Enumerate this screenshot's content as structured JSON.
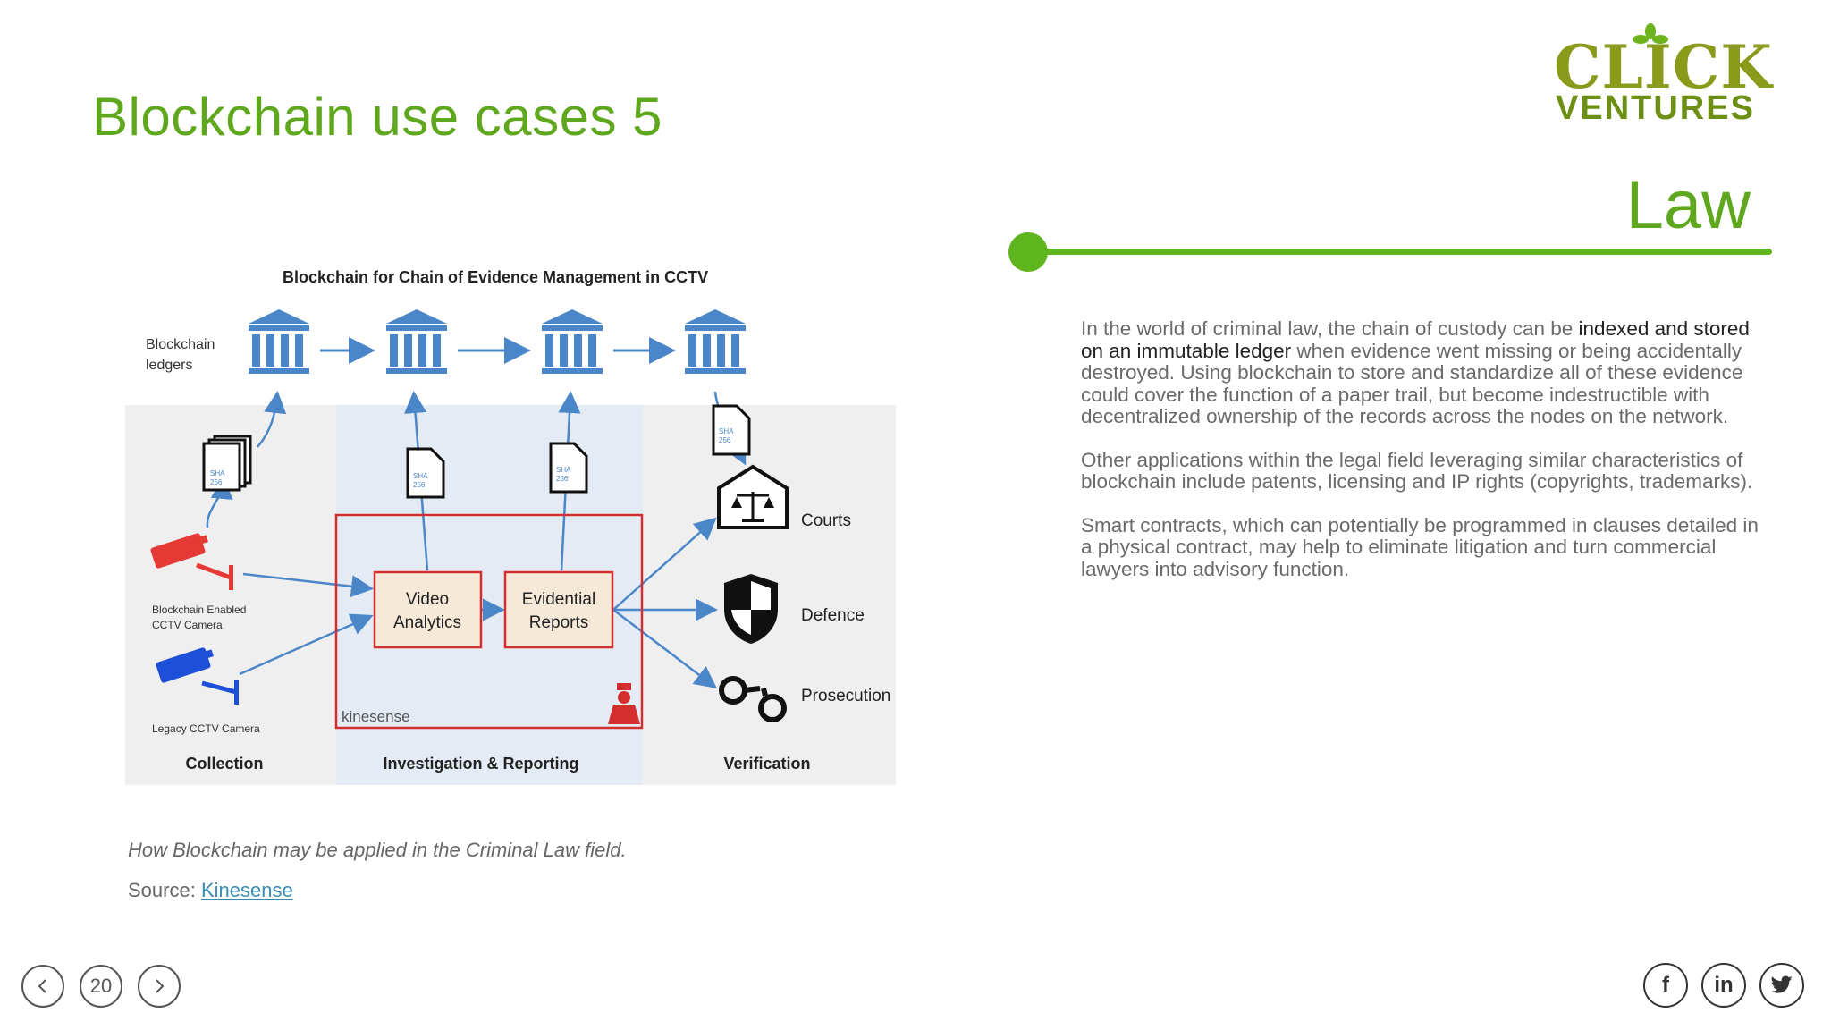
{
  "slide": {
    "title": "Blockchain use cases 5",
    "page_number": "20"
  },
  "logo": {
    "line1": "CLICK",
    "line2": "VENTURES"
  },
  "section": {
    "heading": "Law"
  },
  "body": {
    "p1_a": "In the world of criminal law, the chain of custody can be ",
    "p1_em": "indexed and stored on an immutable ledger",
    "p1_b": " when evidence went missing or being accidentally destroyed. Using blockchain to store and standardize all of these evidence could cover the function of a paper trail, but become indestructible with decentralized ownership of the records across the nodes on the network.",
    "p2": "Other applications within the legal field leveraging similar characteristics of blockchain include patents, licensing and IP rights (copyrights, trademarks).",
    "p3": "Smart contracts, which can potentially be programmed in clauses detailed in a physical contract, may help to eliminate litigation and turn commercial lawyers into advisory function."
  },
  "figure": {
    "title": "Blockchain for Chain of Evidence Management in CCTV",
    "ledgers_label_1": "Blockchain",
    "ledgers_label_2": "ledgers",
    "sha_1": "SHA",
    "sha_2": "256",
    "camera_enabled_1": "Blockchain Enabled",
    "camera_enabled_2": "CCTV Camera",
    "camera_legacy": "Legacy CCTV Camera",
    "box_video_1": "Video",
    "box_video_2": "Analytics",
    "box_evidential_1": "Evidential",
    "box_evidential_2": "Reports",
    "brand": "kinesense",
    "courts": "Courts",
    "defence": "Defence",
    "prosecution": "Prosecution",
    "stage_collection": "Collection",
    "stage_investigation": "Investigation & Reporting",
    "stage_verification": "Verification"
  },
  "caption": "How Blockchain may be applied in the Criminal Law field.",
  "source": {
    "label": "Source: ",
    "link": "Kinesense"
  },
  "icons": [
    "chevron-left-icon",
    "chevron-right-icon",
    "facebook-icon",
    "linkedin-icon",
    "twitter-icon"
  ],
  "social": {
    "facebook": "f",
    "linkedin": "in"
  },
  "colors": {
    "accent": "#5fb51e",
    "title": "#5fa81e",
    "ledger_blue": "#4a86c8",
    "camera_red": "#e53935",
    "camera_blue": "#1e4fd8"
  }
}
